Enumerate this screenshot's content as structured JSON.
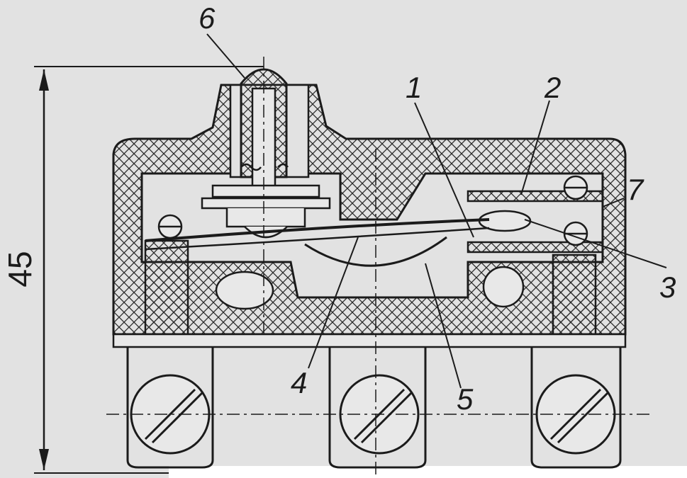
{
  "diagram": {
    "dimension_label": "45",
    "callouts": {
      "c1": "1",
      "c2": "2",
      "c3": "3",
      "c4": "4",
      "c5": "5",
      "c6": "6",
      "c7": "7"
    }
  },
  "colors": {
    "paper": "#e2e2e2",
    "ink": "#1b1b1b",
    "hatch": "#2a2a2a"
  }
}
